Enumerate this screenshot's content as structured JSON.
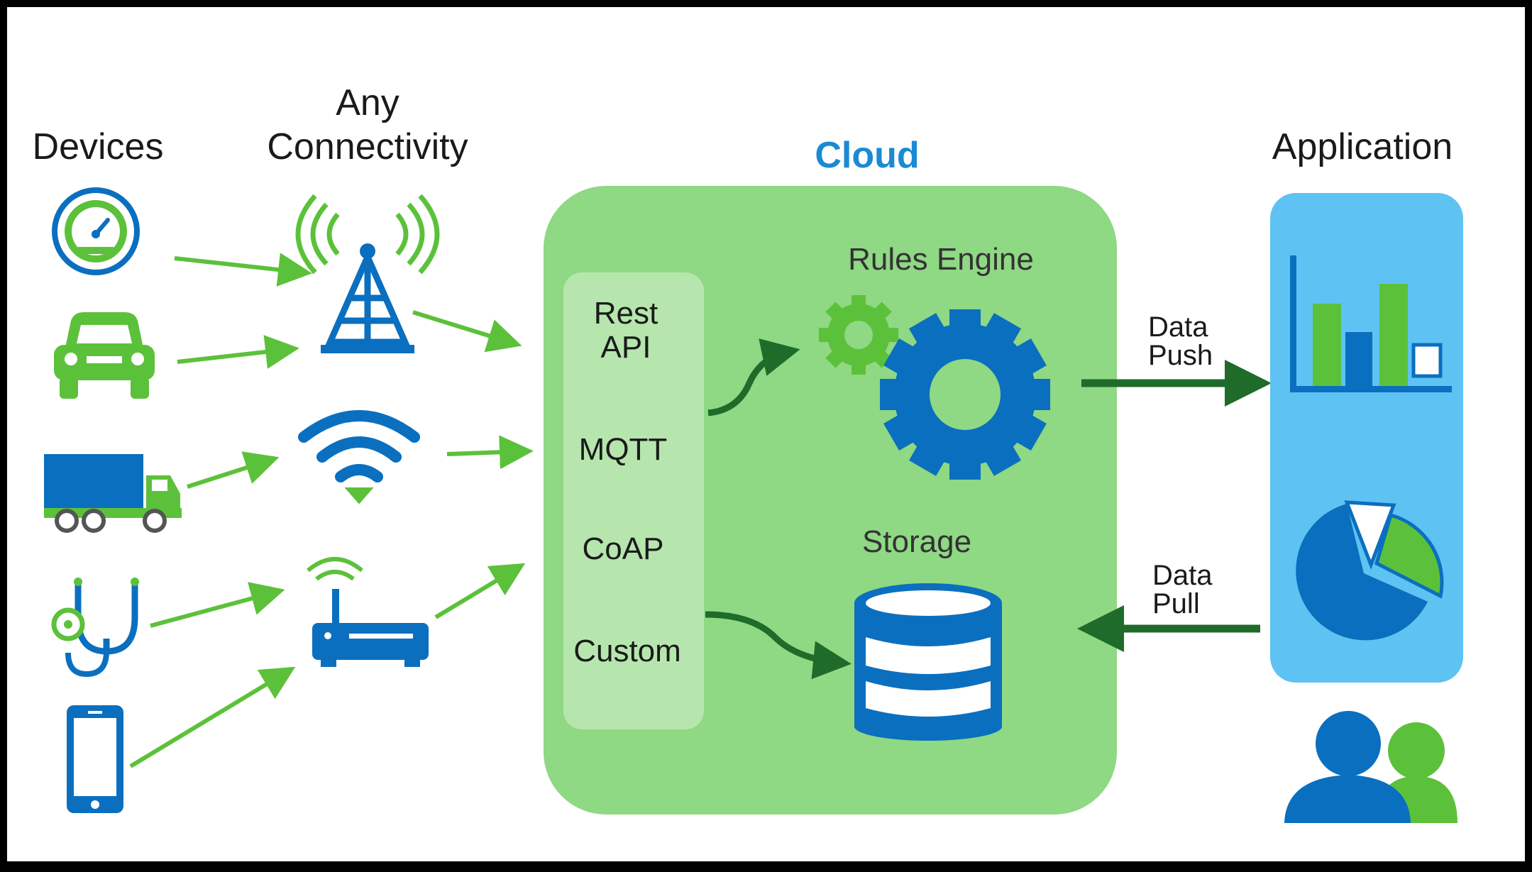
{
  "columns": {
    "devices": "Devices",
    "connectivity_line1": "Any",
    "connectivity_line2": "Connectivity",
    "cloud": "Cloud",
    "application": "Application"
  },
  "protocols": {
    "rest_line1": "Rest",
    "rest_line2": "API",
    "mqtt": "MQTT",
    "coap": "CoAP",
    "custom": "Custom"
  },
  "cloud": {
    "rules_engine": "Rules Engine",
    "storage": "Storage"
  },
  "flows": {
    "push_line1": "Data",
    "push_line2": "Push",
    "pull_line1": "Data",
    "pull_line2": "Pull"
  },
  "colors": {
    "blue": "#0b6fbf",
    "green": "#5cc13a",
    "dark_green": "#1f6b2a",
    "cloud_panel": "#8fd884",
    "protocol_panel": "#b6e6ad",
    "app_panel": "#5ec3f2"
  },
  "icons": {
    "devices": [
      "gauge-icon",
      "car-icon",
      "truck-icon",
      "stethoscope-icon",
      "smartphone-icon"
    ],
    "connectivity": [
      "cell-tower-icon",
      "wifi-icon",
      "router-icon"
    ],
    "cloud": [
      "gears-icon",
      "database-icon"
    ],
    "application": [
      "bar-chart-icon",
      "pie-chart-icon",
      "users-icon"
    ]
  }
}
